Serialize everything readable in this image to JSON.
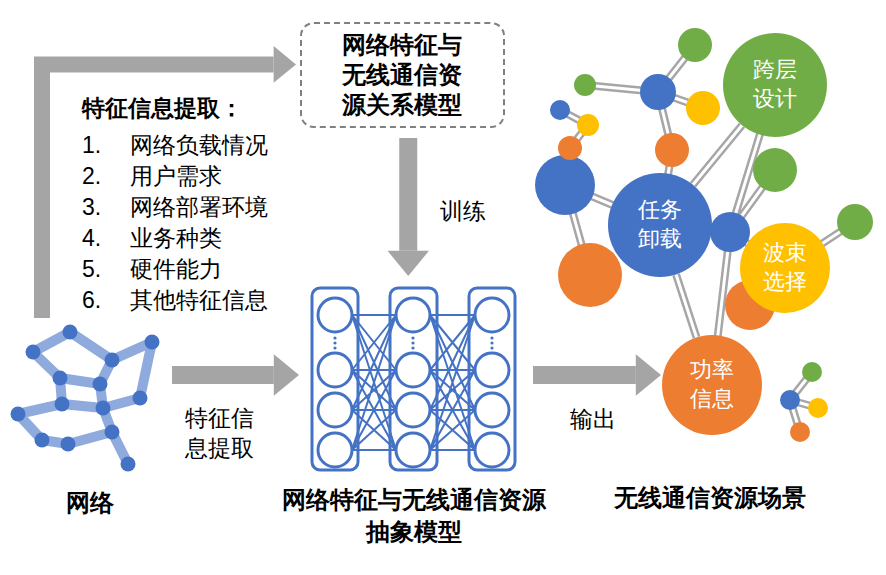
{
  "diagram": {
    "nodes": [
      {
        "text": [
          "网络特征与无线通信资源关系模型"
        ]
      },
      {
        "text": [
          "网络"
        ]
      },
      {
        "text": [
          "网络特征与无线通信资源抽象模型"
        ]
      },
      {
        "text": [
          "无线通信资源场景"
        ]
      },
      {
        "text": [
          "跨层设计"
        ],
        "in": 3
      },
      {
        "text": [
          "任务卸载"
        ],
        "in": 3
      },
      {
        "text": [
          "波束选择"
        ],
        "in": 3
      },
      {
        "text": [
          "功率信息"
        ],
        "in": 3
      }
    ],
    "edges": [
      {
        "from": 1,
        "to": 0,
        "arrow": "to"
      },
      {
        "from": 1,
        "to": 2,
        "label": "特征信息提取",
        "arrow": "to"
      },
      {
        "from": 0,
        "to": 2,
        "label": "训练",
        "arrow": "to"
      },
      {
        "from": 2,
        "to": 7,
        "label": "输出",
        "arrow": "to"
      },
      {
        "from": 4,
        "to": 5,
        "arrow": "none"
      },
      {
        "from": 5,
        "to": 7,
        "arrow": "none"
      }
    ],
    "labels": [
      "特征信息提取：",
      "1. 网络负载情况",
      "2. 用户需求",
      "3. 网络部署环境",
      "4. 业务种类",
      "5. 硬件能力",
      "6. 其他特征信息"
    ]
  }
}
